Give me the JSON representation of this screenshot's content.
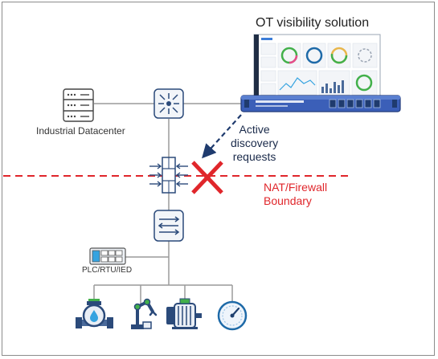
{
  "title": "OT visibility solution",
  "datacenter_label": "Industrial Datacenter",
  "discovery": {
    "line1": "Active",
    "line2": "discovery",
    "line3": "requests"
  },
  "boundary": {
    "line1": "NAT/Firewall",
    "line2": "Boundary"
  },
  "plc_label": "PLC/RTU/IED",
  "colors": {
    "network_blue": "#1e6aa8",
    "node_blue": "#2b4a7a",
    "boundary_red": "#e0262b",
    "arrow_navy": "#1f3b6e",
    "line_gray": "#9a9a9a",
    "appliance_blue": "#3b5fb8"
  },
  "icons": [
    "server-rack-icon",
    "network-switch-icon",
    "firewall-icon",
    "layer2-switch-icon",
    "plc-controller-icon",
    "valve-icon",
    "robot-arm-icon",
    "motor-pump-icon",
    "gauge-icon",
    "dashboard-screen-icon",
    "appliance-icon",
    "blocked-x-icon"
  ]
}
